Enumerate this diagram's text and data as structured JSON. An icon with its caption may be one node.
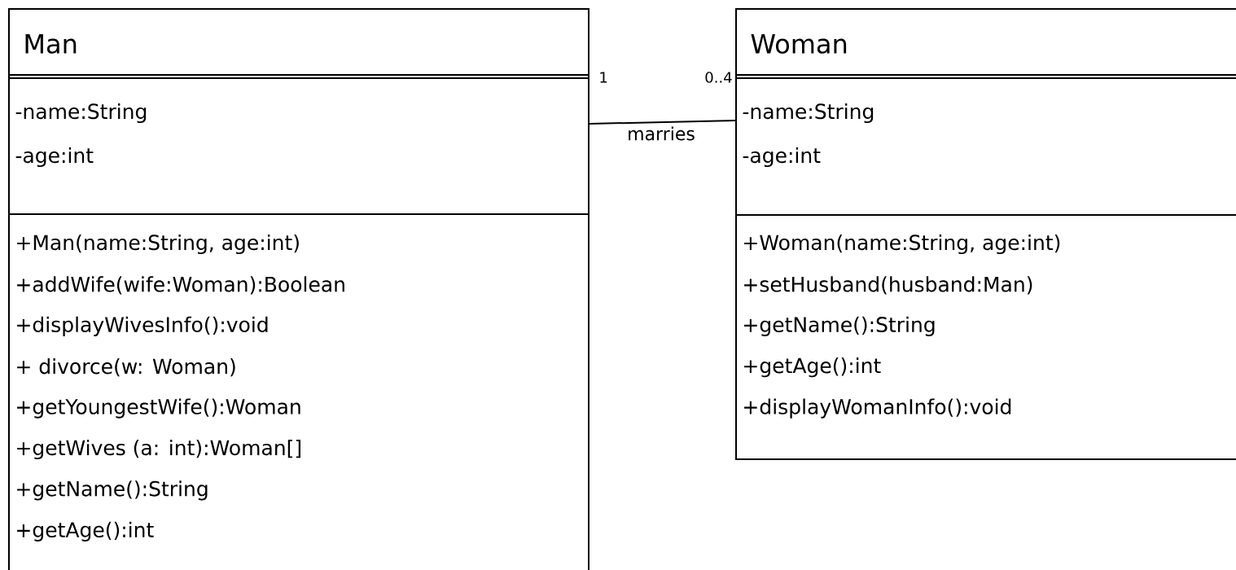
{
  "diagram": {
    "nodes": [
      {
        "text": [
          "Man"
        ]
      },
      {
        "text": [
          "-name:String",
          "-age:int"
        ],
        "in": 0
      },
      {
        "text": [
          "+Man(name:String, age:int)",
          "+addWife(wife:Woman):Boolean",
          "+displayWivesInfo():void",
          "+ divorce(w: Woman)",
          "+getYoungestWife():Woman",
          "+getWives (a: int):Woman[]",
          "+getName():String",
          "+getAge():int"
        ],
        "in": 0
      },
      {
        "text": [
          "Woman"
        ]
      },
      {
        "text": [
          "-name:String",
          "-age:int"
        ],
        "in": 3
      },
      {
        "text": [
          "+Woman(name:String,  age:int)",
          "+setHusband(husband:Man)",
          "+getName():String",
          "+getAge():int",
          "+displayWomanInfo():void"
        ],
        "in": 3
      }
    ],
    "edges": [
      {
        "from": 0,
        "to": 3,
        "arrow": "none",
        "label": "marries"
      }
    ],
    "labels": [
      "1",
      "0..4"
    ]
  }
}
